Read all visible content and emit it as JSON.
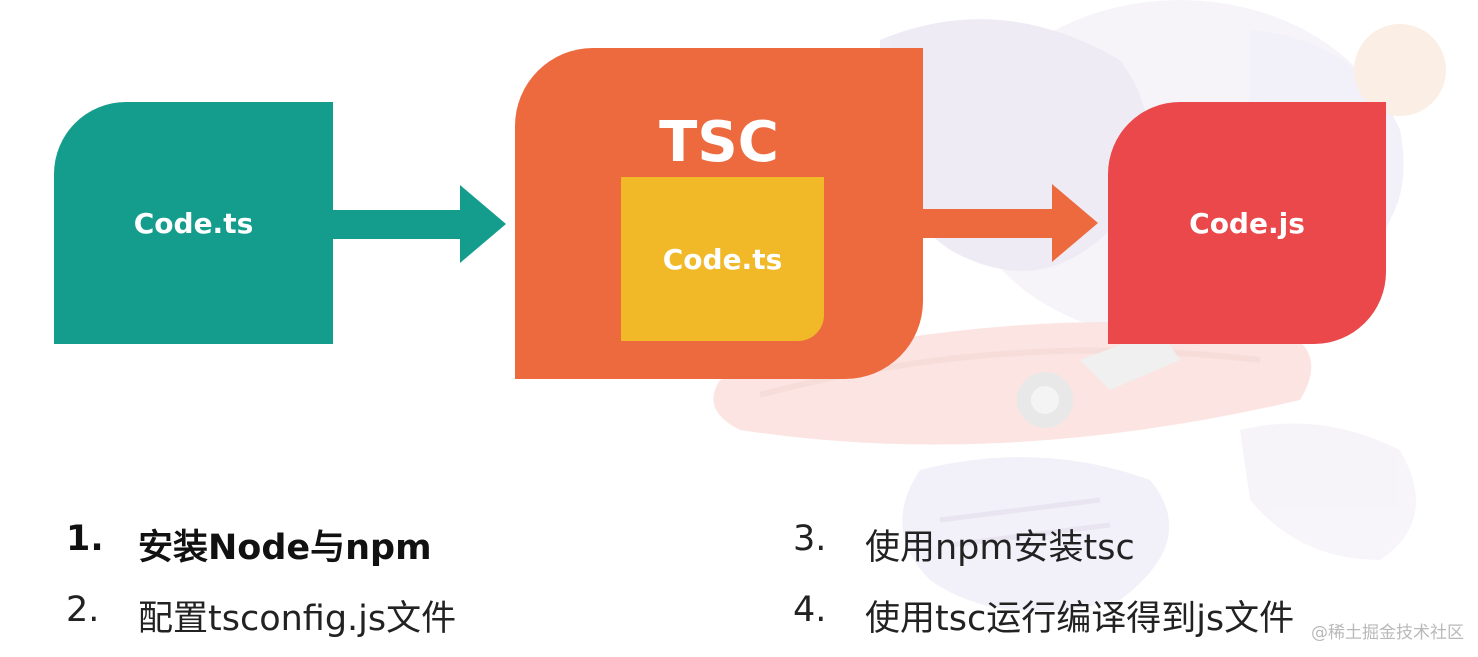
{
  "diagram": {
    "source_box": {
      "label": "Code.ts",
      "color": "#149d8d"
    },
    "compiler_box": {
      "title": "TSC",
      "color": "#ed6a3f"
    },
    "inner_box": {
      "label": "Code.ts",
      "color": "#f1b927"
    },
    "output_box": {
      "label": "Code.js",
      "color": "#ea484a"
    },
    "arrow_1_color": "#149d8d",
    "arrow_2_color": "#ed6a3f"
  },
  "steps": [
    {
      "number": "1.",
      "text": "安装Node与npm",
      "emphasized": true
    },
    {
      "number": "2.",
      "text": "配置tsconfig.js文件",
      "emphasized": false
    },
    {
      "number": "3.",
      "text": "使用npm安装tsc",
      "emphasized": false
    },
    {
      "number": "4.",
      "text": "使用tsc运行编译得到js文件",
      "emphasized": false
    }
  ],
  "watermark": "@稀土掘金技术社区",
  "background_illustration": "faded-skateboard-character-illustration"
}
